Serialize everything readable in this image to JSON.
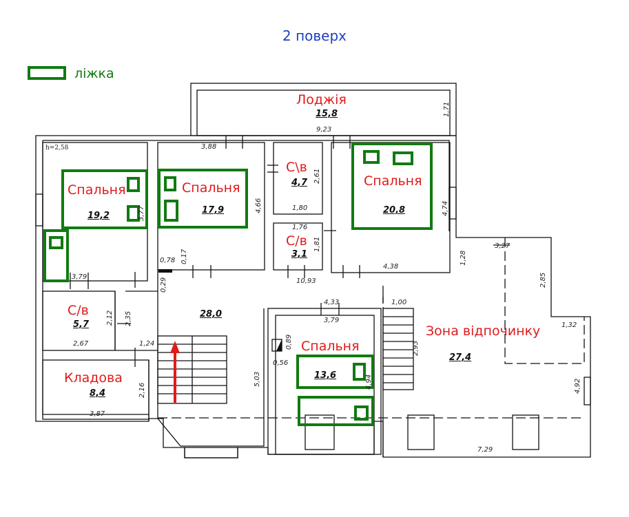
{
  "title": "2 поверх",
  "legend": {
    "label": "ліжка",
    "color": "#117a11"
  },
  "colors": {
    "room_label": "#e01b1b",
    "title": "#1f3fbf",
    "bed": "#117a11",
    "wall": "#111111",
    "arrow": "#e01b1b"
  },
  "height_note": "h=2,58",
  "rooms": {
    "loggia": {
      "name": "Лоджія",
      "area": "15,8"
    },
    "bed1": {
      "name": "Спальня",
      "area": "19,2"
    },
    "bed2": {
      "name": "Спальня",
      "area": "17,9"
    },
    "wc1": {
      "name": "С\\в",
      "area": "4,7"
    },
    "wc2": {
      "name": "С/в",
      "area": "3,1"
    },
    "bed3": {
      "name": "Спальня",
      "area": "20,8"
    },
    "wc3": {
      "name": "С/в",
      "area": "5,7"
    },
    "hall": {
      "name": "",
      "area": "28,0"
    },
    "storage": {
      "name": "Кладова",
      "area": "8,4"
    },
    "bed4": {
      "name": "Спальня",
      "area": "13,6"
    },
    "rest": {
      "name": "Зона відпочинку",
      "area": "27,4"
    }
  },
  "dims": {
    "d171": "1,71",
    "d923": "9,23",
    "d388": "3,88",
    "d261": "2,61",
    "d466": "4,66",
    "d180": "1,80",
    "d176": "1,76",
    "d181": "1,81",
    "d474": "4,74",
    "d438": "4,38",
    "d1093": "10,93",
    "d078": "0,78",
    "d017": "0,17",
    "d029": "0,29",
    "d379a": "3,79",
    "d327": "3,27",
    "d128": "1,28",
    "d285": "2,85",
    "d132": "1,32",
    "d492": "4,92",
    "d433": "4,33",
    "d379b": "3,79",
    "d100": "1,00",
    "d293": "2,93",
    "d089": "0,89",
    "d056": "0,56",
    "d503": "5,03",
    "d494": "4,94",
    "d212": "2,12",
    "d235": "2,35",
    "d267": "2,67",
    "d124": "1,24",
    "d216": "2,16",
    "d387": "3,87",
    "d729": "7,29",
    "d377": "3,77"
  }
}
